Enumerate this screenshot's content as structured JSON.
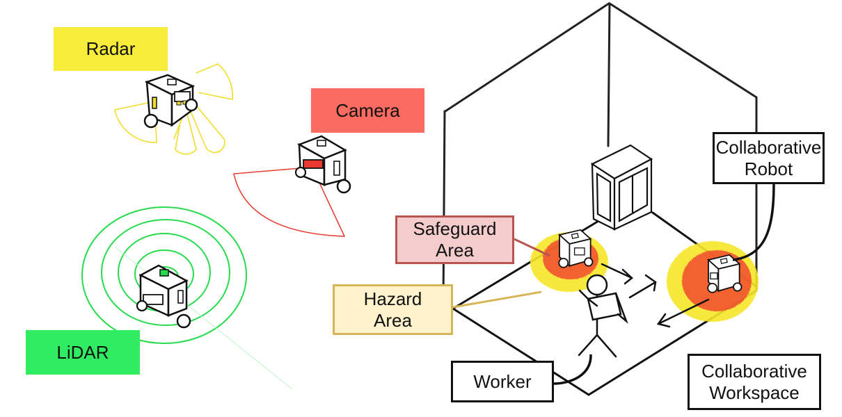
{
  "diagram": {
    "sensors": [
      {
        "id": "radar",
        "label": "Radar",
        "color": "#f7ec3a",
        "sensing_color": "#f2dd2a"
      },
      {
        "id": "camera",
        "label": "Camera",
        "color": "#fb6b60",
        "sensing_color": "#e8382f"
      },
      {
        "id": "lidar",
        "label": "LiDAR",
        "color": "#2fec63",
        "sensing_color": "#26dc4e"
      }
    ],
    "workspace": {
      "safeguard_area": {
        "lines": [
          "Safeguard",
          "Area"
        ],
        "fill": "#f5cccc",
        "border": "#b85450",
        "zone_color": "#f0362e"
      },
      "hazard_area": {
        "lines": [
          "Hazard",
          "Area"
        ],
        "fill": "#fff2cc",
        "border": "#d6b656",
        "zone_color": "#f6e52a"
      },
      "collaborative_robot": {
        "lines": [
          "Collaborative",
          "Robot"
        ]
      },
      "worker": {
        "label": "Worker"
      },
      "collaborative_workspace": {
        "lines": [
          "Collaborative",
          "Workspace"
        ]
      }
    }
  }
}
